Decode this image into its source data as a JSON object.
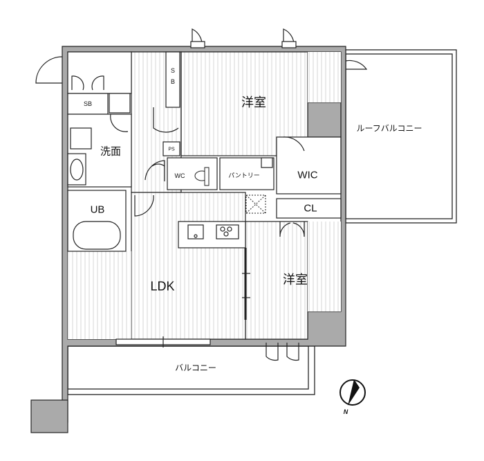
{
  "rooms": {
    "western_room_top": "洋室",
    "roof_balcony": "ルーフバルコニー",
    "washroom": "洗面",
    "shoe_box": "SB",
    "shoe_box_vertical_s": "S",
    "shoe_box_vertical_b": "B",
    "pipe_space": "PS",
    "toilet": "WC",
    "pantry": "パントリー",
    "walk_in_closet": "WIC",
    "unit_bath": "UB",
    "closet": "CL",
    "ldk": "LDK",
    "western_room_bottom": "洋室",
    "balcony": "バルコニー"
  },
  "compass": {
    "label": "N"
  },
  "colors": {
    "wall": "#aaaaaa",
    "line": "#222222",
    "stripe": "#d6d6d6"
  }
}
